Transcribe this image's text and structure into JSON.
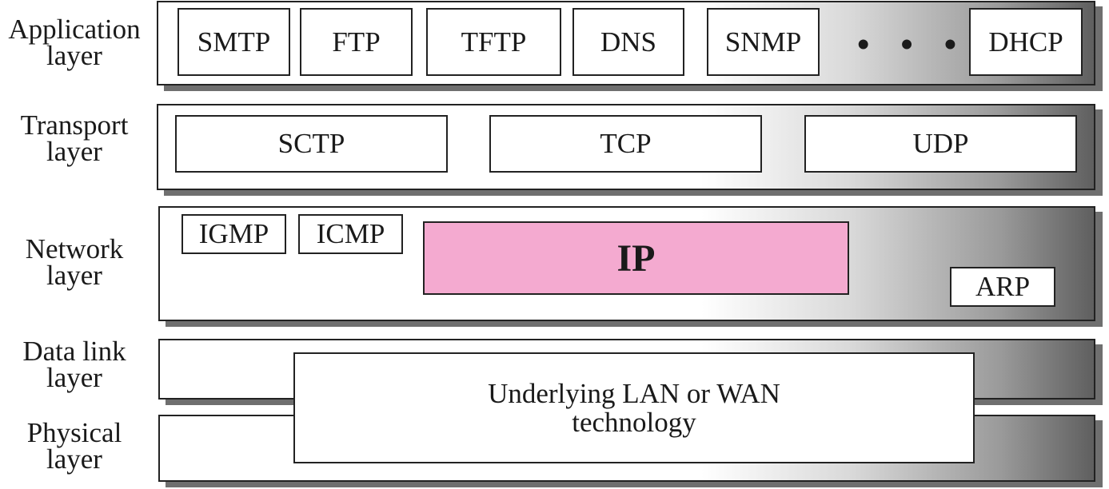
{
  "layers": {
    "application": {
      "line1": "Application",
      "line2": "layer"
    },
    "transport": {
      "line1": "Transport",
      "line2": "layer"
    },
    "network": {
      "line1": "Network",
      "line2": "layer"
    },
    "datalink": {
      "line1": "Data link",
      "line2": "layer"
    },
    "physical": {
      "line1": "Physical",
      "line2": "layer"
    }
  },
  "application_protocols": {
    "smtp": "SMTP",
    "ftp": "FTP",
    "tftp": "TFTP",
    "dns": "DNS",
    "snmp": "SNMP",
    "ellipsis": "• • •",
    "dhcp": "DHCP"
  },
  "transport_protocols": {
    "sctp": "SCTP",
    "tcp": "TCP",
    "udp": "UDP"
  },
  "network_protocols": {
    "igmp": "IGMP",
    "icmp": "ICMP",
    "ip": "IP",
    "arp": "ARP"
  },
  "underlying": {
    "line1": "Underlying LAN or WAN",
    "line2": "technology"
  },
  "colors": {
    "ip_fill": "#f4aad0",
    "band_gradient_end": "#5f5f5f",
    "shadow": "#6f6f6f"
  }
}
